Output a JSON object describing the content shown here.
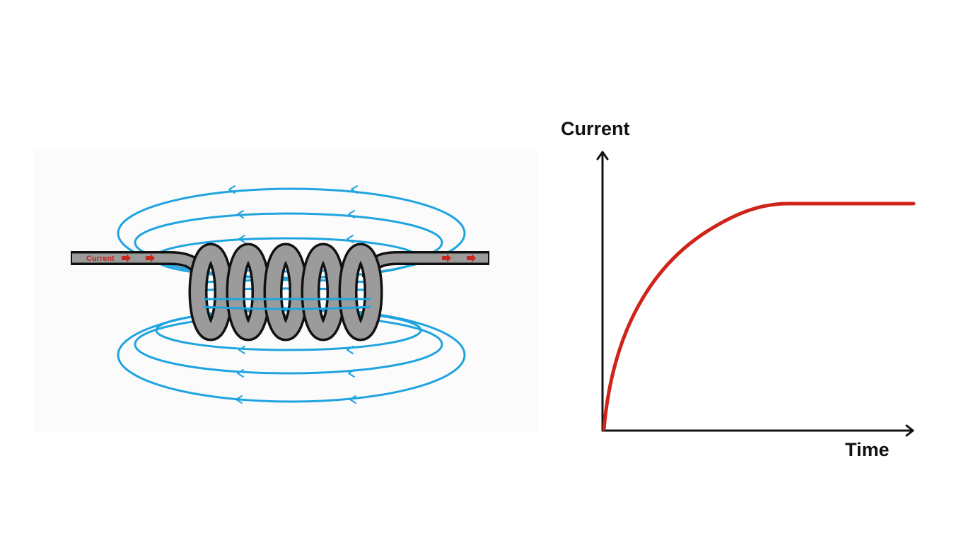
{
  "coil_diagram": {
    "wire_label": "Current",
    "colors": {
      "field_lines": "#1fa4e0",
      "wire_fill": "#9b9b9b",
      "wire_outline": "#111111",
      "current_marker": "#c8281e",
      "background": "#fbfbfb"
    }
  },
  "graph": {
    "y_axis_label": "Current",
    "x_axis_label": "Time",
    "curve_color": "#d0241a",
    "axis_color": "#111111"
  }
}
